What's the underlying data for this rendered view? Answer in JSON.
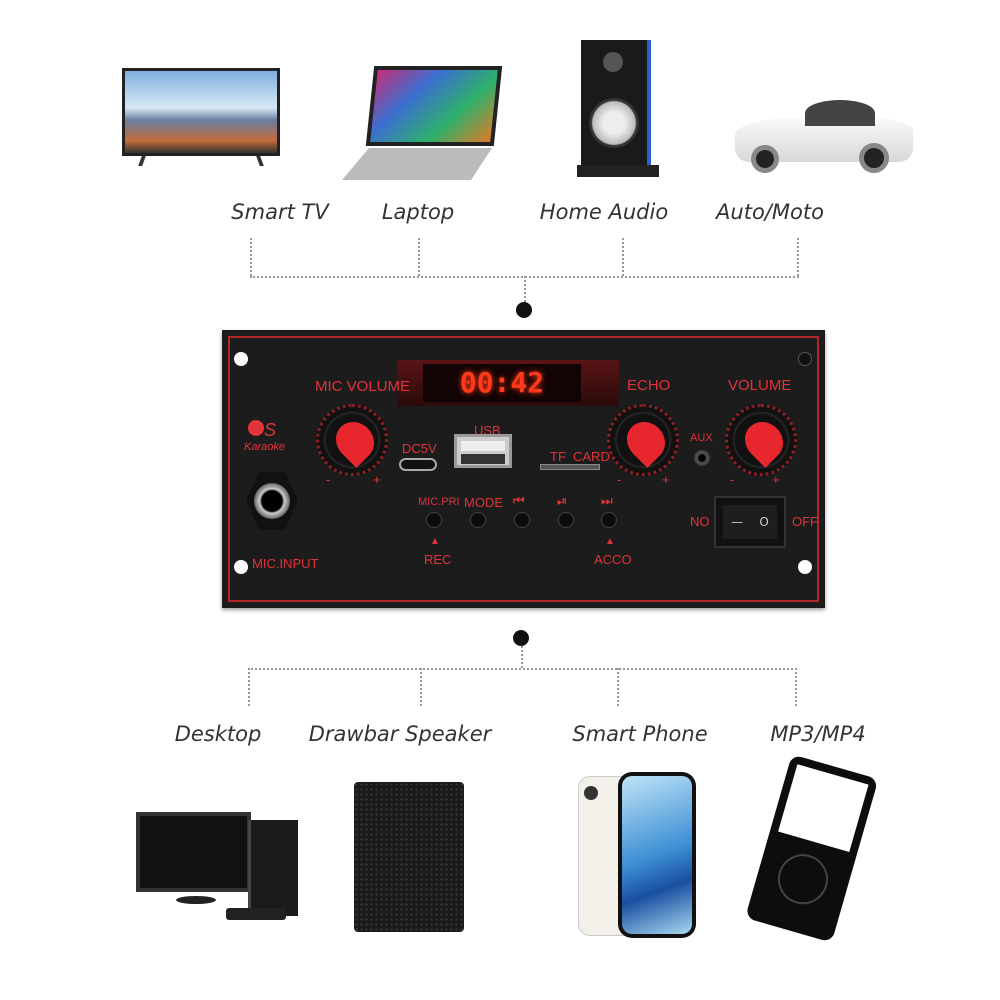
{
  "top_devices": [
    {
      "label": "Smart TV",
      "icon": "tv-icon"
    },
    {
      "label": "Laptop",
      "icon": "laptop-icon"
    },
    {
      "label": "Home Audio",
      "icon": "speaker-icon"
    },
    {
      "label": "Auto/Moto",
      "icon": "car-icon"
    }
  ],
  "bottom_devices": [
    {
      "label": "Desktop",
      "icon": "desktop-icon"
    },
    {
      "label": "Drawbar Speaker",
      "icon": "drawbar-speaker-icon"
    },
    {
      "label": "Smart Phone",
      "icon": "smartphone-icon"
    },
    {
      "label": "MP3/MP4",
      "icon": "mp3-player-icon"
    }
  ],
  "panel": {
    "display": "00:42",
    "mic_volume": "MIC VOLUME",
    "echo": "ECHO",
    "volume": "VOLUME",
    "karaoke": "Karaoke",
    "dc5v": "DC5V",
    "usb": "USB",
    "tf": "TF",
    "card": "CARD",
    "aux": "AUX",
    "minus": "-",
    "plus": "+",
    "mic_input": "MIC.INPUT",
    "buttons": [
      "MIC.PRI",
      "MODE",
      "⏮",
      "⏯",
      "⏭"
    ],
    "rec": "REC",
    "acco": "ACCO",
    "arrow": "▲",
    "on": "NO",
    "off": "OFF",
    "switch_off": "O",
    "switch_on": "—"
  },
  "colors": {
    "accent": "#e0343a",
    "panel": "#1c1c1c",
    "display": "#ff3a1a"
  }
}
